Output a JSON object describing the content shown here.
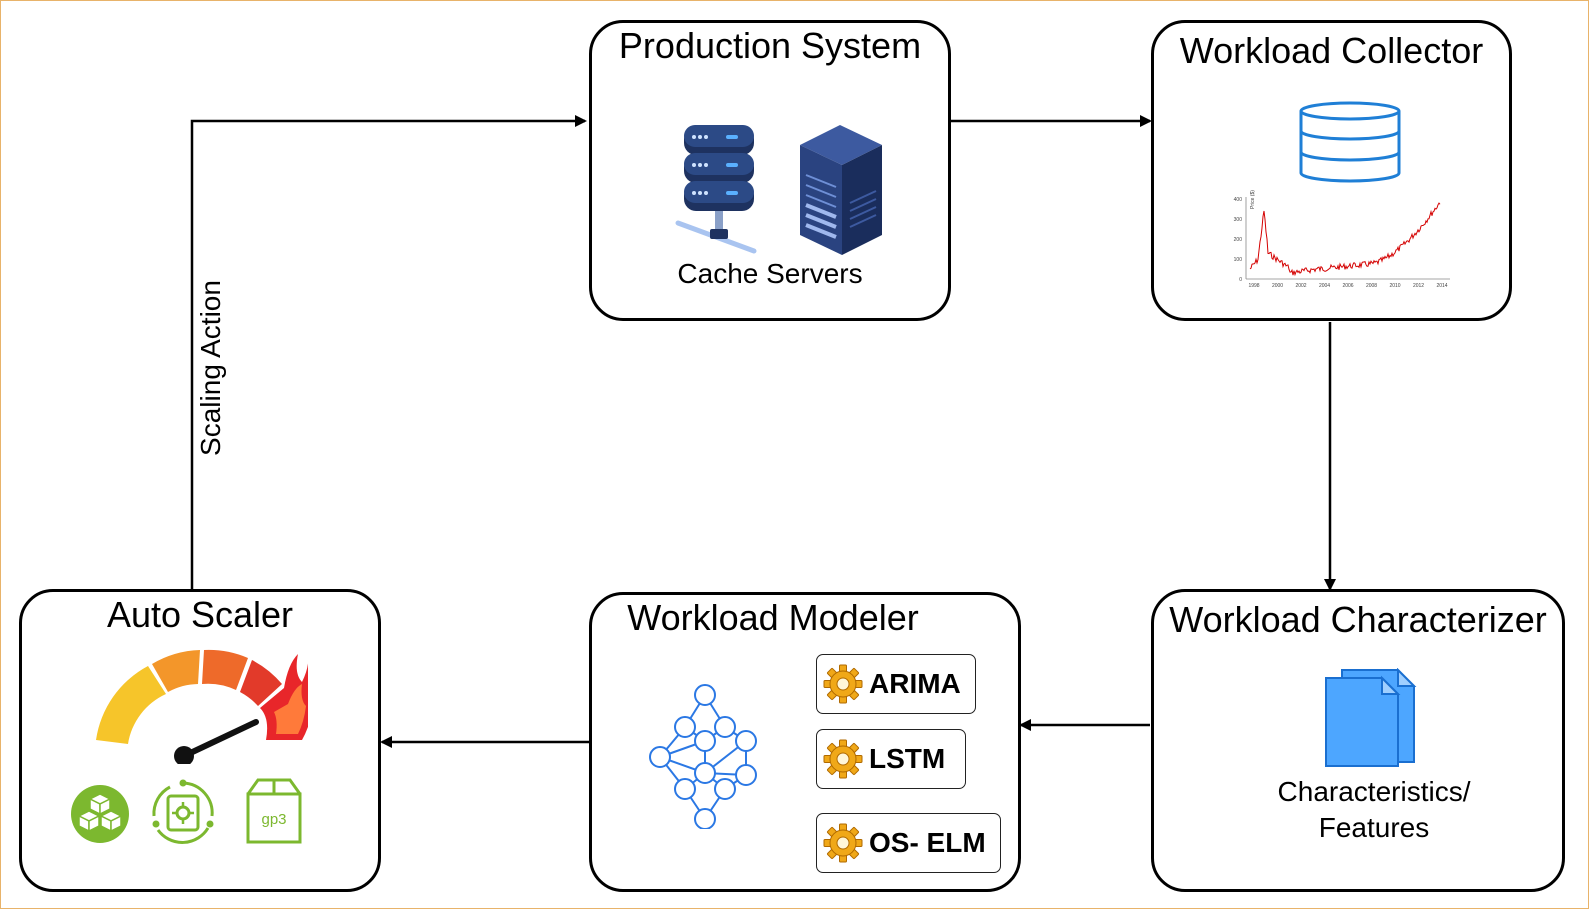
{
  "boxes": {
    "production": {
      "title": "Production System",
      "caption": "Cache Servers"
    },
    "collector": {
      "title": "Workload Collector"
    },
    "characterizer": {
      "title": "Workload Characterizer",
      "caption_line1": "Characteristics/",
      "caption_line2": "Features"
    },
    "modeler": {
      "title": "Workload Modeler",
      "models": [
        "ARIMA",
        "LSTM",
        "OS- ELM"
      ]
    },
    "scaler": {
      "title": "Auto Scaler",
      "volume_label": "gp3"
    }
  },
  "arrows": {
    "scaling_action_label": "Scaling Action"
  },
  "mini_chart": {
    "x_ticks": [
      "1998",
      "2000",
      "2002",
      "2004",
      "2006",
      "2008",
      "2010",
      "2012",
      "2014"
    ],
    "y_ticks": [
      "0",
      "100",
      "200",
      "300",
      "400"
    ],
    "ylabel": "Price ($)"
  },
  "colors": {
    "line": "#000000",
    "db_blue": "#1f7fd6",
    "doc_blue": "#4da6ff",
    "nn_blue": "#2b78e4",
    "chart_red": "#d40000",
    "icon_green": "#7cb82f",
    "server_navy": "#1e3260",
    "gear_gold": "#f0a818"
  }
}
